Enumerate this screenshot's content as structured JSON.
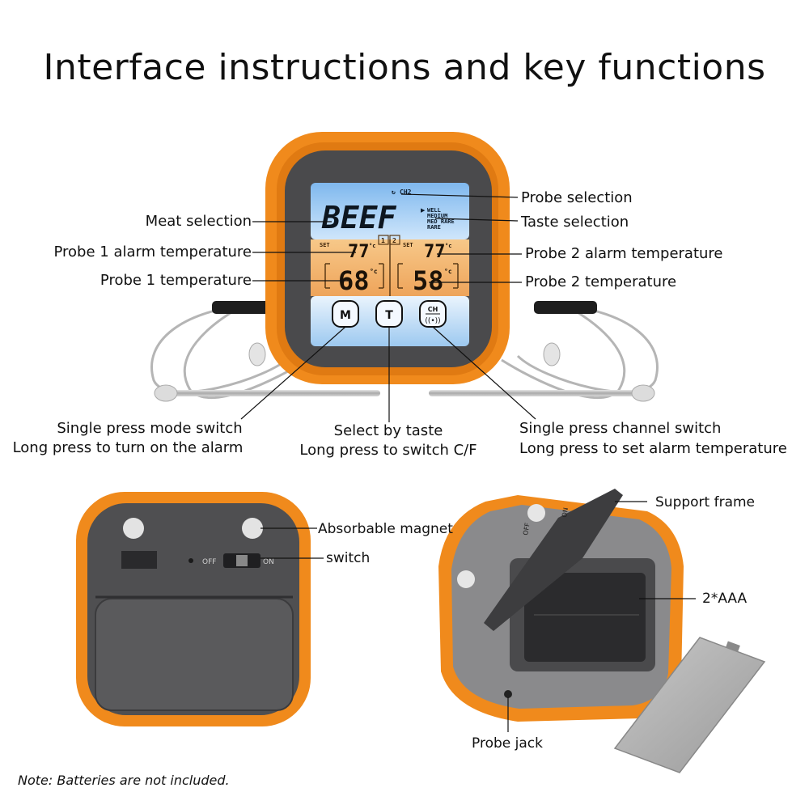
{
  "title": "Interface instructions and key functions",
  "device": {
    "display": {
      "ch_indicator": "CH2",
      "meat": "BEEF",
      "taste_options": [
        "WELL",
        "MEDIUM",
        "MED RARE",
        "RARE"
      ],
      "set_label": "SET",
      "probe1_alarm": "77",
      "probe2_alarm": "77",
      "probe1_temp": "68",
      "probe2_temp": "58",
      "unit": "°c",
      "channel_tags": [
        "1",
        "2"
      ]
    },
    "buttons": {
      "m": "M",
      "t": "T",
      "ch": "CH"
    }
  },
  "labels": {
    "probe_selection": "Probe selection",
    "taste_selection": "Taste selection",
    "meat_selection": "Meat selection",
    "probe1_alarm": "Probe 1 alarm temperature",
    "probe2_alarm": "Probe 2 alarm temperature",
    "probe1_temp": "Probe 1 temperature",
    "probe2_temp": "Probe 2 temperature",
    "m_line1": "Single press mode switch",
    "m_line2": "Long press to turn on the alarm",
    "t_line1": "Select by taste",
    "t_line2": "Long press to switch C/F",
    "ch_line1": "Single press channel switch",
    "ch_line2": "Long press to set alarm temperature",
    "magnet": "Absorbable magnet",
    "switch": "switch",
    "support": "Support frame",
    "battery": "2*AAA",
    "probe_jack": "Probe jack"
  },
  "back": {
    "off": "OFF",
    "on": "ON"
  },
  "note": "Note: Batteries are not included.",
  "colors": {
    "orange": "#f08a1c",
    "dark_gray": "#4a4a4c",
    "lcd_blue": "#a9d2f4",
    "lcd_amber": "#f2b777"
  }
}
